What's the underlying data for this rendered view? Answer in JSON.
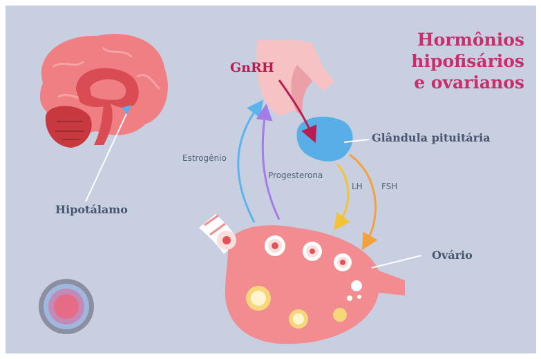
{
  "title": {
    "line1": "Hormônios",
    "line2": "hipofisários",
    "line3": "e ovarianos"
  },
  "labels": {
    "gnrh": "GnRH",
    "pituitary": "Glândula pituitária",
    "hypothalamus": "Hipotálamo",
    "ovary": "Ovário"
  },
  "hormones": {
    "estrogen": "Estrogênio",
    "progesterone": "Progesterona",
    "lh": "LH",
    "fsh": "FSH"
  },
  "colors": {
    "background": "#c7cfe0",
    "title": "#c92d6b",
    "label": "#4a5570",
    "brain": "#f07f83",
    "pituitary": "#5aaee8",
    "ovary": "#f28c90",
    "estrogen_arrow": "#5db4ec",
    "progesterone_arrow": "#a57be6",
    "lh_arrow": "#f3c236",
    "fsh_arrow": "#f4a03d",
    "gnrh_arrow": "#b81c50"
  },
  "icons": [
    "brain-illustration",
    "hypothalamus-marker",
    "pituitary-gland",
    "ovary-illustration",
    "follicle-cross-section"
  ]
}
